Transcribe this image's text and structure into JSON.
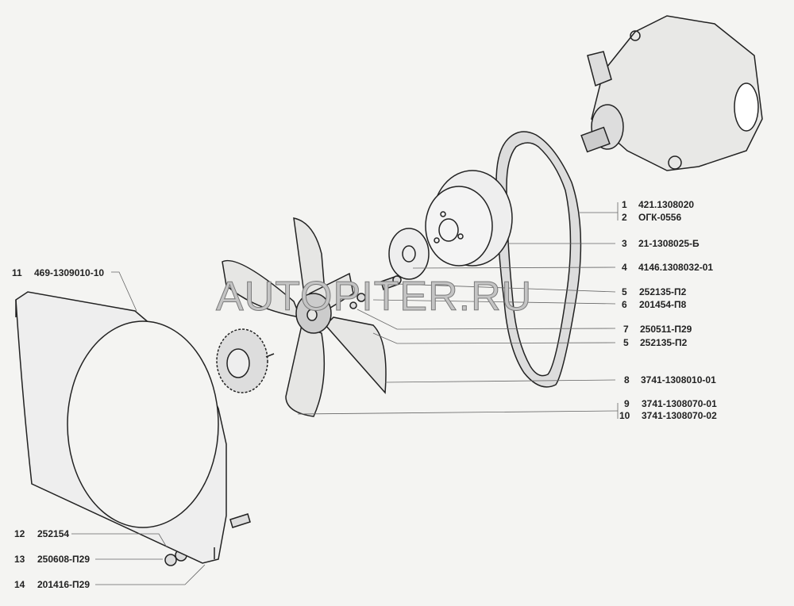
{
  "watermark": "AUTOPITER.RU",
  "callouts": [
    {
      "num": "1",
      "part": "421.1308020"
    },
    {
      "num": "2",
      "part": "ОГК-0556"
    },
    {
      "num": "3",
      "part": "21-1308025-Б"
    },
    {
      "num": "4",
      "part": "4146.1308032-01"
    },
    {
      "num": "5",
      "part": "252135-П2"
    },
    {
      "num": "6",
      "part": "201454-П8"
    },
    {
      "num": "7",
      "part": "250511-П29"
    },
    {
      "num": "5",
      "part": "252135-П2"
    },
    {
      "num": "8",
      "part": "3741-1308010-01"
    },
    {
      "num": "9",
      "part": "3741-1308070-01"
    },
    {
      "num": "10",
      "part": "3741-1308070-02"
    },
    {
      "num": "11",
      "part": "469-1309010-10"
    },
    {
      "num": "12",
      "part": "252154"
    },
    {
      "num": "13",
      "part": "250608-П29"
    },
    {
      "num": "14",
      "part": "201416-П29"
    }
  ]
}
